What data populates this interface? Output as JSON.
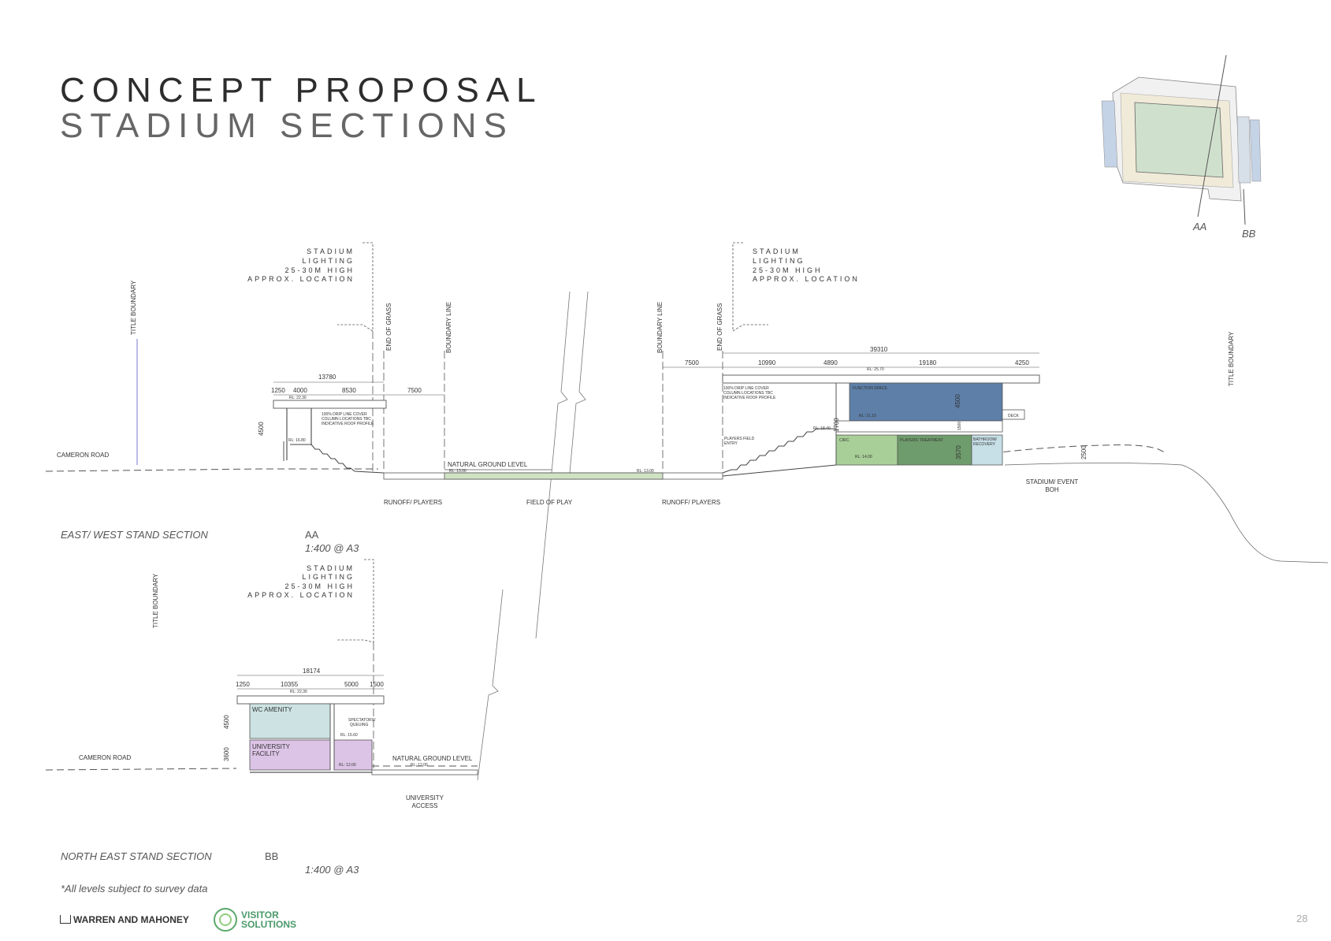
{
  "title": {
    "line1": "CONCEPT PROPOSAL",
    "line2": "STADIUM SECTIONS"
  },
  "key_plan": {
    "label_aa": "AA",
    "label_bb": "BB"
  },
  "section_aa": {
    "lighting_left": [
      "STADIUM",
      "LIGHTING",
      "25-30M HIGH",
      "APPROX. LOCATION"
    ],
    "lighting_right": [
      "STADIUM",
      "LIGHTING",
      "25-30M HIGH",
      "APPROX. LOCATION"
    ],
    "title_boundary": "TITLE BOUNDARY",
    "end_of_grass": "END OF GRASS",
    "boundary_line": "BOUNDARY LINE",
    "cameron_road": "CAMERON ROAD",
    "natural_ground_level": "NATURAL GROUND LEVEL",
    "runoff_players": "RUNOFF/ PLAYERS",
    "field_of_play": "FIELD OF PLAY",
    "stadium_event_boh": [
      "STADIUM/ EVENT",
      "BOH"
    ],
    "players_field_entry": [
      "PLAYERS FIELD",
      "ENTRY"
    ],
    "roof_note": [
      "100% DRIP LINE COVER",
      "COLUMN LOCATIONS TBC",
      "INDICATIVE ROOF PROFILE"
    ],
    "function_space": "FUNCTION SPACE",
    "deck": "DECK",
    "circ": "CIRC.",
    "players_treatment": "PLAYERS' TREATMENT",
    "bathroom_recovery": [
      "BATHROOM/",
      "RECOVERY"
    ],
    "dims_left": {
      "overall": "13780",
      "a": "1250",
      "b": "4000",
      "c": "8530",
      "d": "7500",
      "height": "4500"
    },
    "dims_right": {
      "overall": "39310",
      "a": "7500",
      "b": "10990",
      "c": "4890",
      "d": "19180",
      "e": "4250",
      "h1": "4500",
      "h2": "1700",
      "h3": "1500",
      "h4": "3570",
      "h5": "2500"
    },
    "levels": {
      "rl_roof_left": "RL: 22.30",
      "rl_seat_left": "RL: 16.80",
      "rl_ground": "RL: 13.00",
      "rl_field": "RL: 13.00",
      "rl_roof_right": "RL: 25.70",
      "rl_func": "RL: 21.10",
      "rl_stand": "RL: 18.40",
      "rl_lower": "RL: 14.00"
    },
    "caption": "EAST/ WEST STAND SECTION",
    "code": "AA",
    "scale": "1:400 @ A3"
  },
  "section_bb": {
    "lighting": [
      "STADIUM",
      "LIGHTING",
      "25-30M HIGH",
      "APPROX. LOCATION"
    ],
    "title_boundary": "TITLE BOUNDARY",
    "cameron_road": "CAMERON ROAD",
    "natural_ground_level": "NATURAL GROUND LEVEL",
    "university_access": [
      "UNIVERSITY",
      "ACCESS"
    ],
    "wc_amenity": "WC AMENITY",
    "university_facility": [
      "UNIVERSITY",
      "FACILITY"
    ],
    "spectators_queuing": [
      "SPECTATORS/",
      "QUEUING"
    ],
    "dims": {
      "overall": "18174",
      "a": "1250",
      "b": "10355",
      "c": "5000",
      "d": "1500",
      "h1": "4500",
      "h2": "3600"
    },
    "levels": {
      "rl_roof": "RL: 22.30",
      "rl_mid": "RL: 15.60",
      "rl_ground": "RL: 12.00",
      "rl_road": "RL: 12.00"
    },
    "caption": "NORTH EAST STAND SECTION",
    "code": "BB",
    "scale": "1:400 @ A3"
  },
  "footnote": "*All levels subject to survey data",
  "footer": {
    "brand1": "WARREN AND MAHONEY",
    "brand2_line1": "VISITOR",
    "brand2_line2": "SOLUTIONS"
  },
  "page_number": "28",
  "colors": {
    "function_space": "#5d7fa8",
    "circ": "#a9cf98",
    "players_treatment": "#6f9c6c",
    "bathroom": "#c7dfe7",
    "wc_amenity": "#cde3e3",
    "university_facility": "#dcc4e6",
    "field": "#cfe3c4",
    "keyplan_pitch": "#cfe0cc"
  }
}
